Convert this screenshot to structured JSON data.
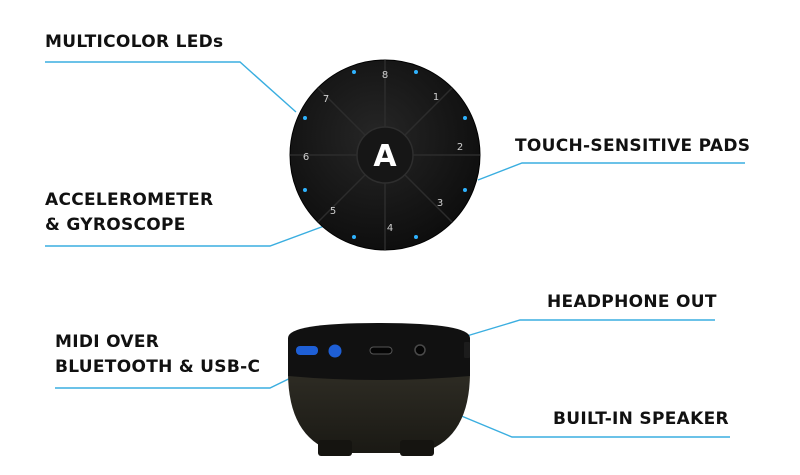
{
  "labels": {
    "multicolor_leds": "MULTICOLOR LEDs",
    "touch_pads": "TOUCH-SENSITIVE PADS",
    "accel_line1": "ACCELEROMETER",
    "accel_line2": "& GYROSCOPE",
    "headphone": "HEADPHONE OUT",
    "midi_line1": "MIDI OVER",
    "midi_line2": "BLUETOOTH & USB-C",
    "speaker": "BUILT-IN SPEAKER"
  },
  "device": {
    "logo": "A",
    "pad_numbers": [
      "8",
      "1",
      "2",
      "3",
      "4",
      "5",
      "6",
      "7"
    ]
  },
  "colors": {
    "line": "#3aaee0",
    "led": "#2fb3ff",
    "device": "#121212",
    "speaker_body": "#2a2a22",
    "button": "#1e5fd6"
  }
}
